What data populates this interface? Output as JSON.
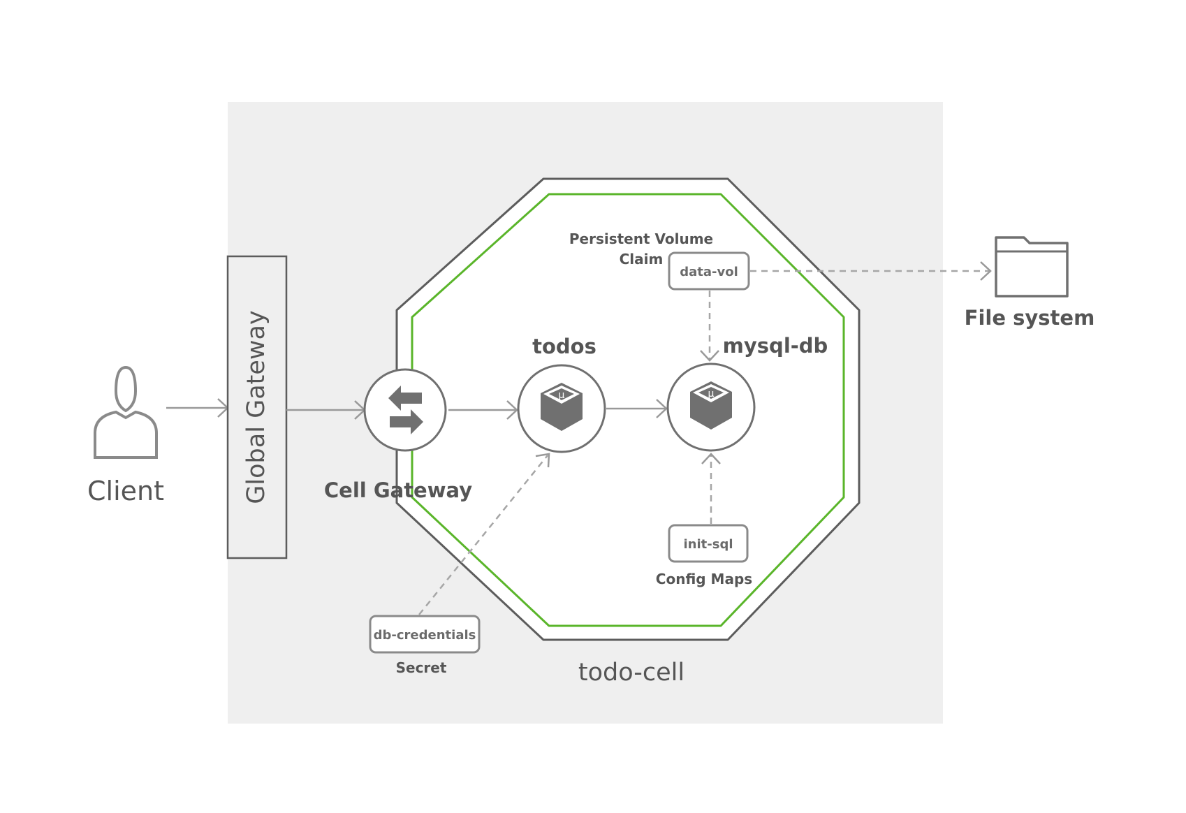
{
  "client": {
    "label": "Client",
    "icon": "user-icon"
  },
  "global_gateway": {
    "label": "Global Gateway"
  },
  "cell": {
    "name": "todo-cell",
    "border_color": "#5c5c5c",
    "inner_border_color": "#5ab52a"
  },
  "cell_gateway": {
    "label": "Cell Gateway",
    "icon": "swap-arrows-icon"
  },
  "components": [
    {
      "name": "todos",
      "icon": "microservice-cube-icon",
      "glyph": "μ"
    },
    {
      "name": "mysql-db",
      "icon": "microservice-cube-icon",
      "glyph": "μ"
    }
  ],
  "resources": {
    "pvc": {
      "caption_line1": "Persistent Volume",
      "caption_line2": "Claim",
      "name": "data-vol"
    },
    "config_map": {
      "caption": "Config Maps",
      "name": "init-sql"
    },
    "secret": {
      "caption": "Secret",
      "name": "db-credentials"
    }
  },
  "file_system": {
    "label": "File system",
    "icon": "folder-icon"
  },
  "colors": {
    "background_panel": "#efefef",
    "stroke_gray": "#707070",
    "arrow_gray": "#999999",
    "green": "#5ab52a"
  }
}
